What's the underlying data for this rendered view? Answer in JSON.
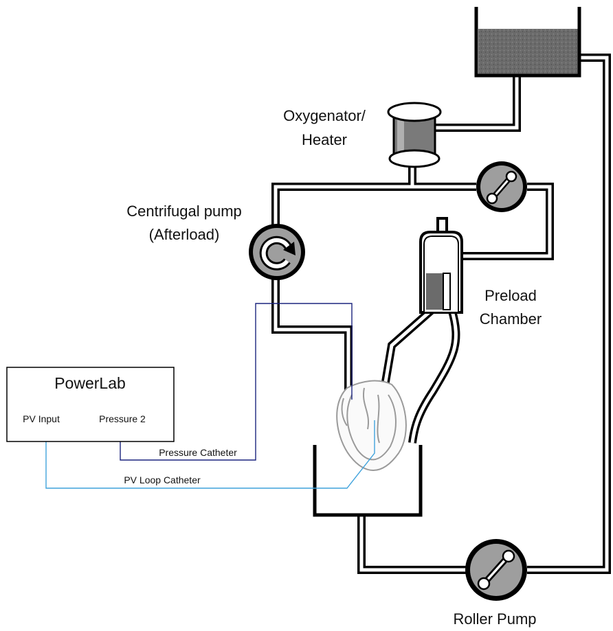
{
  "labels": {
    "oxygenator_line1": "Oxygenator/",
    "oxygenator_line2": "Heater",
    "centrifugal_line1": "Centrifugal pump",
    "centrifugal_line2": "(Afterload)",
    "preload_line1": "Preload",
    "preload_line2": "Chamber",
    "roller_pump": "Roller Pump",
    "pressure_catheter": "Pressure Catheter",
    "pv_loop_catheter": "PV Loop Catheter"
  },
  "powerlab": {
    "title": "PowerLab",
    "pv_input": "PV Input",
    "pressure_2": "Pressure 2"
  },
  "colors": {
    "tube": "#000000",
    "pressure_catheter_wire": "#1a237e",
    "pv_loop_wire": "#3fa2dc",
    "reservoir_fluid": "#6b6b6b",
    "pump_fill": "#9e9e9e"
  }
}
